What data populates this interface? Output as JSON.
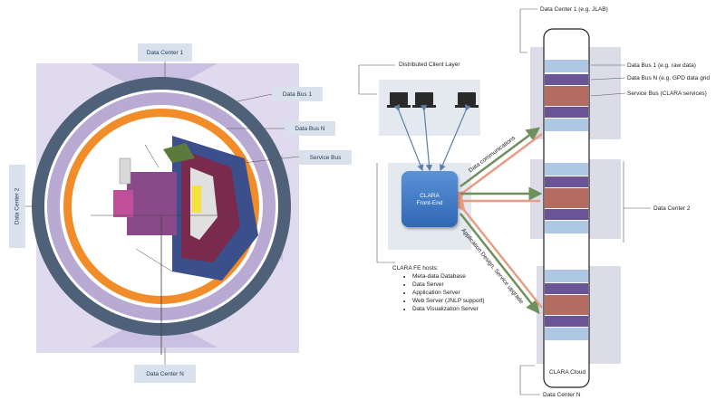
{
  "left_diagram": {
    "data_center_1": "Data Center 1",
    "data_center_2": "Data Center 2",
    "data_center_n": "Data Center N",
    "data_bus_1": "Data Bus 1",
    "data_bus_n": "Data Bus N",
    "service_bus": "Service Bus"
  },
  "right_diagram": {
    "data_center_1": "Data Center 1 (e.g. JLAB)",
    "data_bus_1": "Data Bus 1 (e.g. raw data)",
    "data_bus_n": "Data Bus N (e.g. GPD data grid",
    "service_bus": "Service Bus (CLARA services)",
    "data_center_2": "Data Center 2",
    "data_center_n": "Data Center N",
    "client_layer": "Distributed Client Layer",
    "front_end_line1": "CLARA",
    "front_end_line2": "Front-End",
    "data_communications": "Data communications",
    "application_design": "Application Design, Service upgrade",
    "cloud": "CLARA Cloud",
    "hosts_title": "CLARA FE hosts:",
    "hosts": [
      "Meta-data Database",
      "Data Server",
      "Application Server",
      "Web Server (JNLP support)",
      "Data Visualization Server"
    ]
  },
  "colors": {
    "outer_ring": "#4f6179",
    "purple_band": "#b8aad3",
    "orange_ring": "#f28c28",
    "light_blue": "#aec8e4",
    "bus_purple": "#6b5496",
    "service_red": "#b46b60",
    "arrow_green": "#6e8f5e",
    "arrow_red": "#e79d84",
    "arrow_blue": "#5c7fa8"
  }
}
